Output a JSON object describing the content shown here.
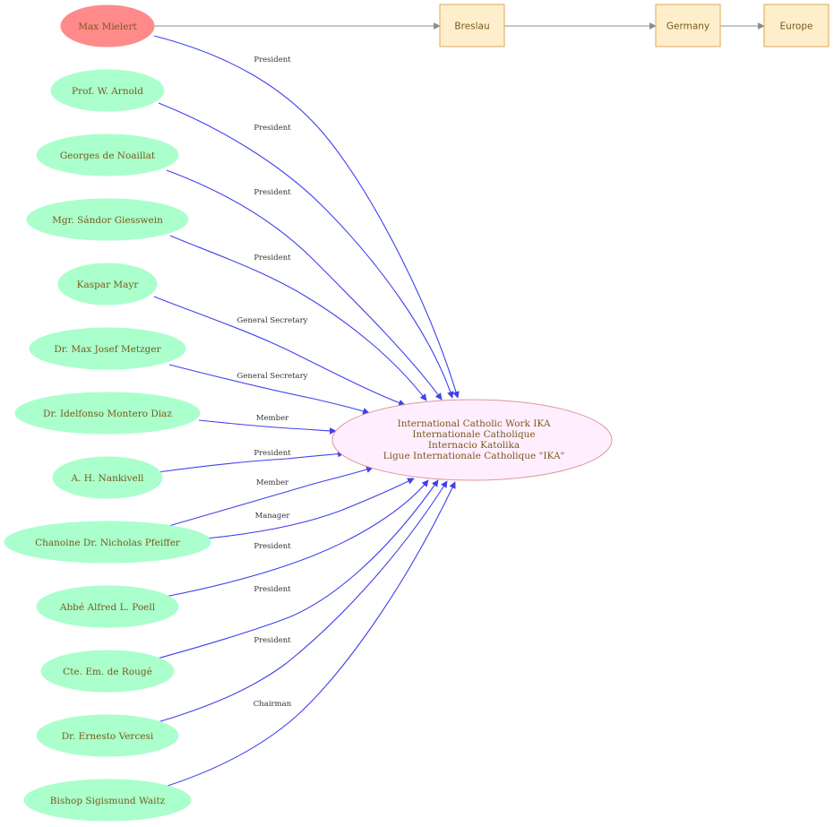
{
  "colors": {
    "person_fill": "#aaffcc",
    "person_stroke": "#aaffcc",
    "highlight_fill": "#ff8a8a",
    "highlight_stroke": "#ff8a8a",
    "place_fill": "#ffeecc",
    "place_stroke": "#ddaa55",
    "center_fill": "#ffeeff",
    "center_stroke": "#dd9999",
    "relation_edge": "#4040ee",
    "location_edge": "#8c8c8c",
    "text": "#7a5a1a"
  },
  "center": {
    "lines": [
      "International Catholic Work IKA",
      "Internationale Catholique",
      "Internacio Katolika",
      "Ligue Internationale Catholique \"IKA\""
    ]
  },
  "location_chain": [
    "Breslau",
    "Germany",
    "Europe"
  ],
  "people": [
    {
      "name": "Max Mielert",
      "relation": "President",
      "highlight": true
    },
    {
      "name": "Prof. W. Arnold",
      "relation": "President"
    },
    {
      "name": "Georges  de Noaillat",
      "relation": "President"
    },
    {
      "name": "Mgr. Sándor Giesswein",
      "relation": "President"
    },
    {
      "name": "Kaspar Mayr",
      "relation": "General Secretary"
    },
    {
      "name": "Dr. Max Josef Metzger",
      "relation": "General Secretary"
    },
    {
      "name": "Dr. Idelfonso Montero Diaz",
      "relation": "Member"
    },
    {
      "name": "A. H. Nankivell",
      "relation": "President"
    },
    {
      "name": "Chanoine Dr. Nicholas Pfeiffer",
      "relation": "Member",
      "relation2": "Manager"
    },
    {
      "name": "Abbé Alfred L. Poell",
      "relation": "President"
    },
    {
      "name": "Cte. Em. de Rougé",
      "relation": "President"
    },
    {
      "name": "Dr.  Ernesto Vercesi",
      "relation": "President"
    },
    {
      "name": "Bishop Sigismund Waitz",
      "relation": "Chairman"
    }
  ]
}
